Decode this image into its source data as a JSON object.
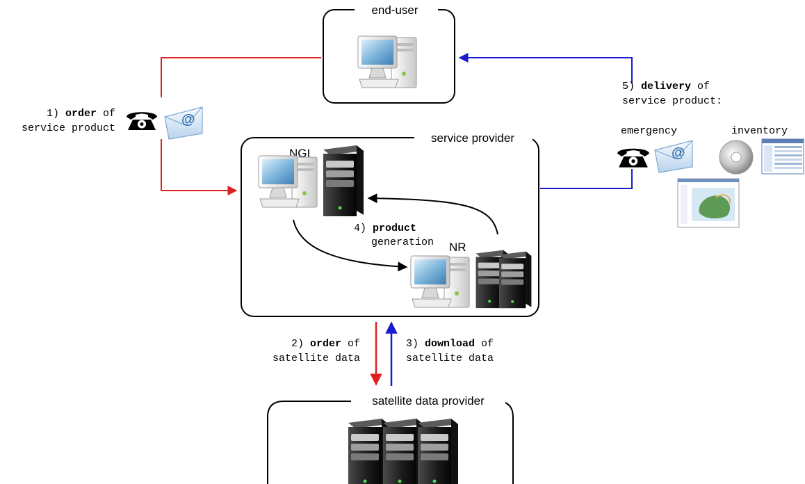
{
  "boxes": {
    "end_user": "end-user",
    "service_provider": "service provider",
    "satellite_provider": "satellite data provider"
  },
  "nodes": {
    "ngi": "NGI",
    "nr": "NR"
  },
  "steps": {
    "s1": {
      "prefix": "1) ",
      "bold": "order",
      "suffix": " of",
      "line2": "service product"
    },
    "s2": {
      "prefix": "2) ",
      "bold": "order",
      "suffix": " of",
      "line2": "satellite data"
    },
    "s3": {
      "prefix": "3) ",
      "bold": "download",
      "suffix": " of",
      "line2": "satellite data"
    },
    "s4": {
      "prefix": "4) ",
      "bold": "product",
      "line2": "generation"
    },
    "s5": {
      "prefix": "5) ",
      "bold": "delivery",
      "suffix": " of",
      "line2": "service product:"
    }
  },
  "delivery_types": {
    "emergency": "emergency",
    "inventory": "inventory"
  },
  "icons": [
    "telephone-icon",
    "email-icon",
    "desktop-computer-icon",
    "server-tower-icon",
    "cd-disc-icon",
    "map-window-icon",
    "table-window-icon"
  ],
  "colors": {
    "order_flow": "#e02020",
    "delivery_flow": "#1a1ad0",
    "generation_flow": "#000000"
  }
}
